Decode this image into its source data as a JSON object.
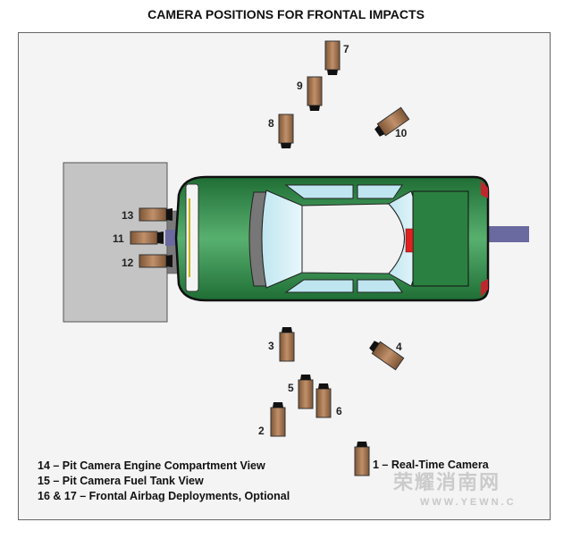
{
  "title": "CAMERA POSITIONS FOR FRONTAL IMPACTS",
  "legend": {
    "line1": "14 – Pit Camera Engine Compartment View",
    "line2": "15 – Pit Camera Fuel Tank View",
    "line3": "16 & 17 – Frontal Airbag Deployments, Optional",
    "realtime": "1 – Real-Time Camera"
  },
  "watermark": {
    "text": "荣耀消南网",
    "url": "WWW.YEWN.C"
  },
  "cameras": [
    "1",
    "2",
    "3",
    "4",
    "5",
    "6",
    "7",
    "8",
    "9",
    "10",
    "11",
    "12",
    "13"
  ],
  "colors": {
    "car_body": "#2f8a46",
    "camera": "#a67a52",
    "barrier": "#c4c4c4",
    "tow_bar": "#6a6aa0"
  }
}
